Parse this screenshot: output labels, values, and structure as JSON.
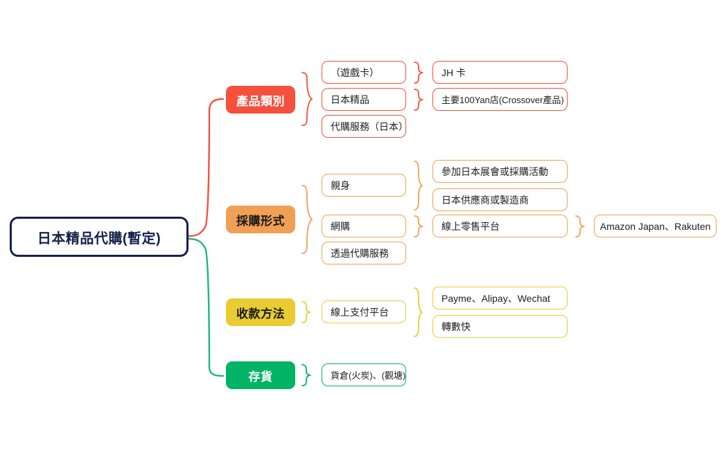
{
  "diagram": {
    "type": "mindmap",
    "title": "日本精品代購(暫定)",
    "palette": {
      "root_border": "#14204A",
      "root_text": "#14204A",
      "red": "#F5503C",
      "orange": "#F0A055",
      "yellow": "#E8CC32",
      "green": "#00B365",
      "box_text": "#202020",
      "pill_text_light": "#FFFFFF",
      "pill_text_dark": "#1A1A1A",
      "background": "#FFFFFF"
    }
  },
  "root": {
    "label": "日本精品代購(暫定)"
  },
  "branches": [
    {
      "id": "product-category",
      "label": "產品類別",
      "color": "#F5503C",
      "text_color": "#FFFFFF",
      "children": [
        {
          "label": "（遊戲卡）",
          "children": [
            {
              "label": "JH 卡"
            }
          ]
        },
        {
          "label": "日本精品",
          "children": [
            {
              "label": "主要100Yan店(Crossover產品)"
            }
          ]
        },
        {
          "label": "代購服務（日本）",
          "children": []
        }
      ]
    },
    {
      "id": "procurement-form",
      "label": "採購形式",
      "color": "#F0A055",
      "text_color": "#1A1A1A",
      "children": [
        {
          "label": "親身",
          "children": [
            {
              "label": "參加日本展會或採購活動"
            },
            {
              "label": "日本供應商或製造商"
            }
          ]
        },
        {
          "label": "網購",
          "children": [
            {
              "label": "線上零售平台",
              "children": [
                {
                  "label": "Amazon Japan、Rakuten"
                }
              ]
            }
          ]
        },
        {
          "label": "透過代購服務",
          "children": []
        }
      ]
    },
    {
      "id": "payment-method",
      "label": "收款方法",
      "color": "#E8CC32",
      "text_color": "#1A1A1A",
      "children": [
        {
          "label": "線上支付平台",
          "children": [
            {
              "label": "Payme、Alipay、Wechat"
            },
            {
              "label": "轉數快"
            }
          ]
        }
      ]
    },
    {
      "id": "inventory",
      "label": "存貨",
      "color": "#00B365",
      "text_color": "#FFFFFF",
      "children": [
        {
          "label": "貨倉(火炭)、(觀塘)",
          "children": []
        }
      ]
    }
  ]
}
